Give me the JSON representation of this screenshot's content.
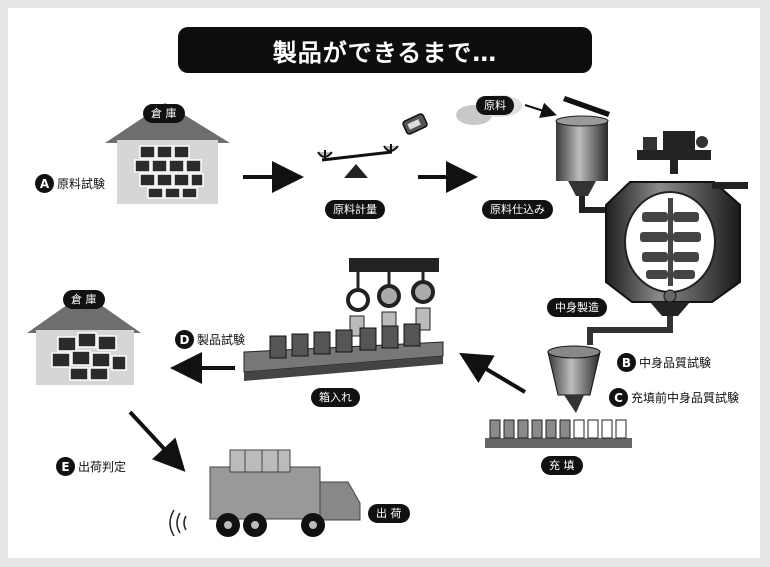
{
  "title": "製品ができるまで…",
  "process": {
    "warehouse_top": "倉 庫",
    "weighing": "原料計量",
    "charging": "原料仕込み",
    "raw_material": "原料",
    "manufacturing": "中身製造",
    "boxing": "箱入れ",
    "filling": "充 填",
    "warehouse_bottom": "倉 庫",
    "shipping": "出 荷"
  },
  "checks": [
    {
      "letter": "A",
      "label": "原料試験"
    },
    {
      "letter": "B",
      "label": "中身品質試験"
    },
    {
      "letter": "C",
      "label": "充填前中身品質試験"
    },
    {
      "letter": "D",
      "label": "製品試験"
    },
    {
      "letter": "E",
      "label": "出荷判定"
    }
  ],
  "colors": {
    "ink": "#111111",
    "roof": "#6e6e6e",
    "panel": "#ffffff",
    "frame": "#e6e6e6"
  }
}
